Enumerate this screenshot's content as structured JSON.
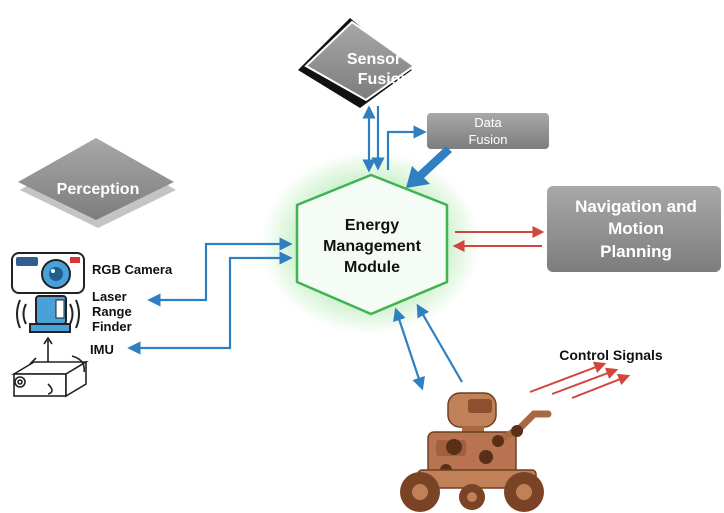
{
  "nodes": {
    "sensor_fusion": [
      "Sensor",
      "Fusion"
    ],
    "data_fusion": [
      "Data",
      "Fusion"
    ],
    "perception": "Perception",
    "energy_module": [
      "Energy",
      "Management",
      "Module"
    ],
    "navigation": [
      "Navigation and",
      "Motion",
      "Planning"
    ]
  },
  "sensors": {
    "rgb_camera": "RGB Camera",
    "laser": [
      "Laser",
      "Range",
      "Finder"
    ],
    "imu": "IMU"
  },
  "control_signals": "Control Signals",
  "colors": {
    "blue_arrow": "#2f7fc1",
    "red_arrow": "#d2453c",
    "hexagon_border": "#3fb34f",
    "hexagon_glow": "#9be39b",
    "gray_box": "#8c8c8c",
    "robot": "#b87450"
  }
}
